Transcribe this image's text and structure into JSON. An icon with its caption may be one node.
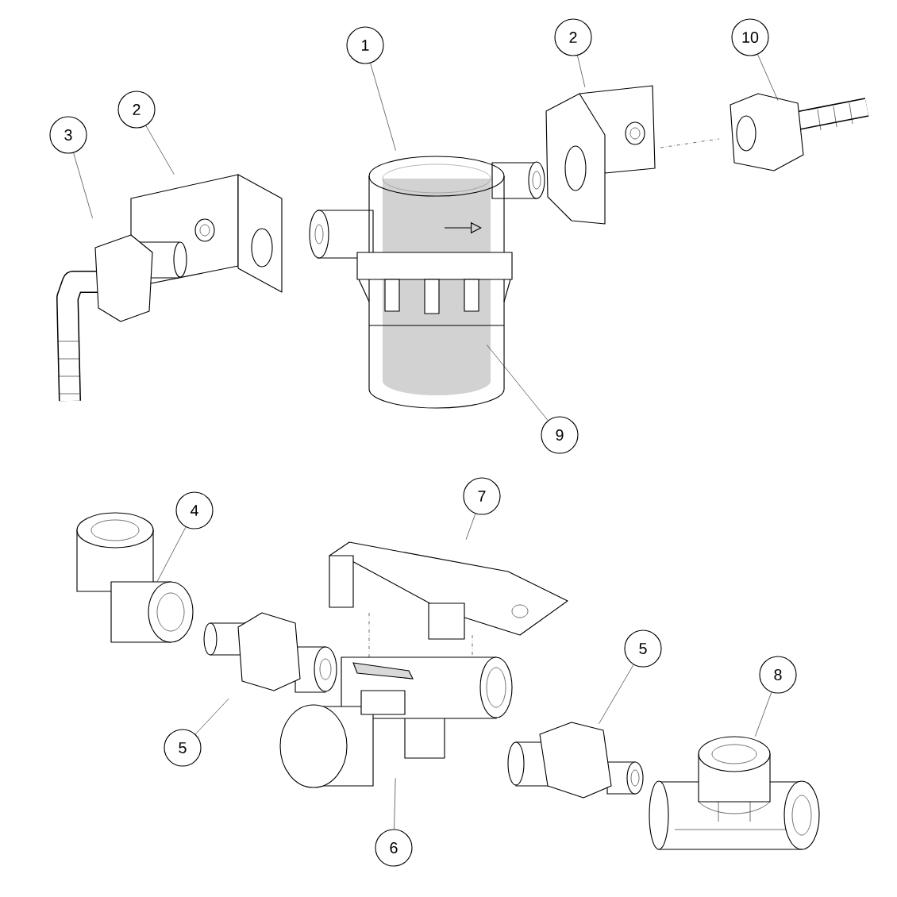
{
  "diagram": {
    "nodes": [
      {
        "text": [
          "1"
        ]
      },
      {
        "text": [
          "2"
        ]
      },
      {
        "text": [
          "3"
        ]
      },
      {
        "text": [
          "2"
        ]
      },
      {
        "text": [
          "10"
        ]
      },
      {
        "text": [
          "9"
        ]
      },
      {
        "text": [
          "7"
        ]
      },
      {
        "text": [
          "4"
        ]
      },
      {
        "text": [
          "5"
        ]
      },
      {
        "text": [
          "8"
        ]
      },
      {
        "text": [
          "5"
        ]
      },
      {
        "text": [
          "6"
        ]
      },
      {
        "text": [],
        "shape": "picture"
      },
      {
        "text": [],
        "shape": "picture",
        "in": 12
      },
      {
        "text": [],
        "shape": "picture"
      },
      {
        "text": [],
        "shape": "picture"
      },
      {
        "text": [],
        "shape": "picture"
      },
      {
        "text": [],
        "shape": "picture"
      },
      {
        "text": [],
        "shape": "picture"
      },
      {
        "text": [],
        "shape": "picture"
      },
      {
        "text": [],
        "shape": "picture"
      },
      {
        "text": [],
        "shape": "picture"
      },
      {
        "text": [],
        "shape": "picture"
      },
      {
        "text": [],
        "shape": "picture"
      }
    ],
    "edges": [
      {
        "from": 0,
        "to": 12,
        "arrow": "none"
      },
      {
        "from": 1,
        "to": 14,
        "arrow": "none"
      },
      {
        "from": 2,
        "to": 15,
        "arrow": "none"
      },
      {
        "from": 3,
        "to": 16,
        "arrow": "none"
      },
      {
        "from": 4,
        "to": 17,
        "arrow": "none"
      },
      {
        "from": 5,
        "to": 13,
        "arrow": "none"
      },
      {
        "from": 6,
        "to": 20,
        "arrow": "none"
      },
      {
        "from": 7,
        "to": 18,
        "arrow": "none"
      },
      {
        "from": 8,
        "to": 22,
        "arrow": "none"
      },
      {
        "from": 9,
        "to": 23,
        "arrow": "none"
      },
      {
        "from": 10,
        "to": 19,
        "arrow": "none"
      },
      {
        "from": 11,
        "to": 21,
        "arrow": "none"
      }
    ]
  }
}
